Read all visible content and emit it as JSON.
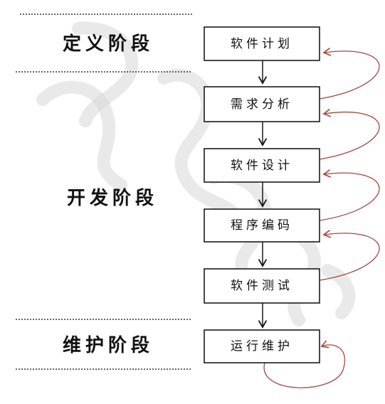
{
  "phases": [
    {
      "label": "定义阶段"
    },
    {
      "label": "开发阶段"
    },
    {
      "label": "维护阶段"
    }
  ],
  "steps": [
    {
      "label": "软件计划"
    },
    {
      "label": "需求分析"
    },
    {
      "label": "软件设计"
    },
    {
      "label": "程序编码"
    },
    {
      "label": "软件测试"
    },
    {
      "label": "运行维护"
    }
  ],
  "colors": {
    "feedback_arrow": "#a8473d",
    "box_stroke": "#1a1a1a",
    "text": "#111111",
    "watermark": "#d7d7d7"
  }
}
